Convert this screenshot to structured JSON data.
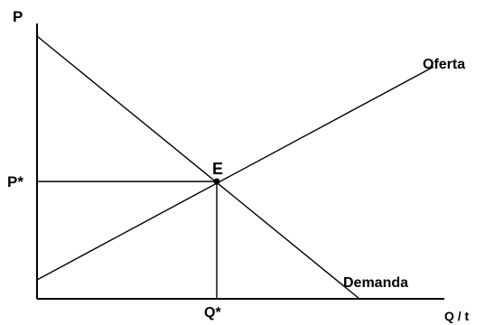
{
  "diagram": {
    "axis_y_label": "P",
    "axis_x_label": "Q / t",
    "supply_label": "Oferta",
    "demand_label": "Demanda",
    "equilibrium_label": "E",
    "price_label": "P*",
    "quantity_label": "Q*"
  }
}
